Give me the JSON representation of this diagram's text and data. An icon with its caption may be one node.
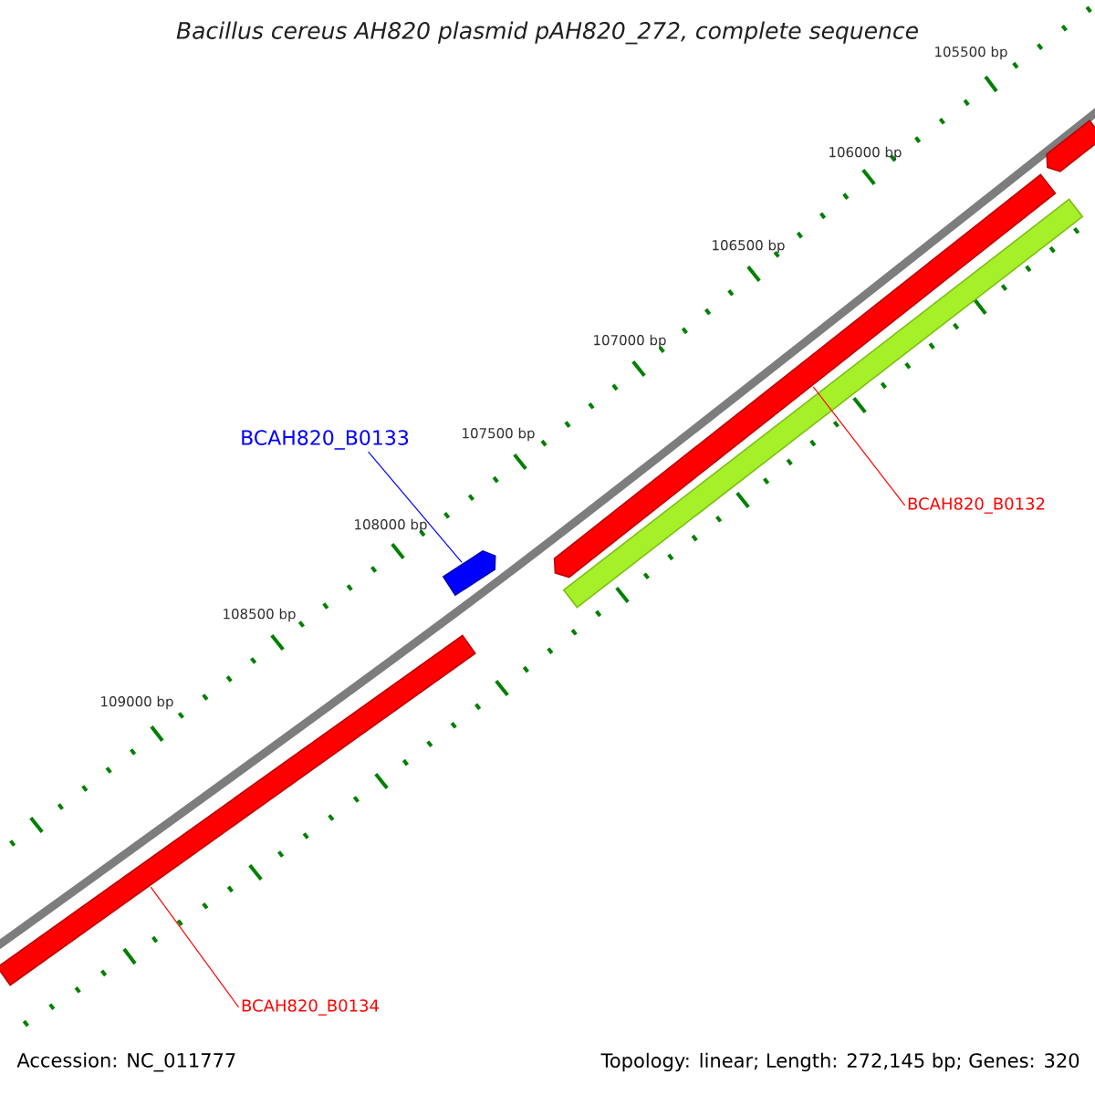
{
  "diagram": {
    "title": "Bacillus cereus AH820 plasmid pAH820_272, complete sequence",
    "nodes": [
      {
        "text": [],
        "shape": "arrow"
      },
      {
        "text": [],
        "shape": "arrow"
      },
      {
        "text": [],
        "shape": "bar"
      },
      {
        "text": [
          "BCAH820_B0133"
        ]
      },
      {
        "text": [],
        "shape": "arrow"
      },
      {
        "text": [
          "BCAH820_B0132"
        ]
      },
      {
        "text": [],
        "shape": "bar"
      },
      {
        "text": [
          "BCAH820_B0134"
        ]
      }
    ],
    "edges": [
      {
        "from": 3,
        "to": 4,
        "arrow": "none",
        "color": "#0000ff"
      },
      {
        "from": 5,
        "to": 1,
        "arrow": "none",
        "color": "#ff0000"
      },
      {
        "from": 7,
        "to": 6,
        "arrow": "none",
        "color": "#ff0000"
      }
    ],
    "labels": [
      "105500 bp",
      "106000 bp",
      "106500 bp",
      "107000 bp",
      "107500 bp",
      "108000 bp",
      "108500 bp",
      "109000 bp",
      "Accession: NC_011777",
      "Topology: linear; Length: 272,145 bp; Genes: 320"
    ]
  }
}
